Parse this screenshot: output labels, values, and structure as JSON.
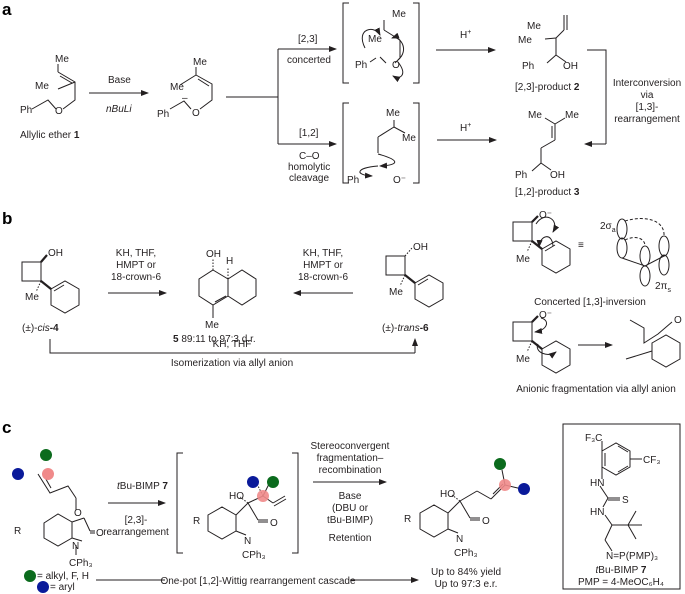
{
  "panels": {
    "a": {
      "label": "a",
      "start_label_prefix": "Allylic ether ",
      "start_label_num": "1",
      "step1_reagent_top": "Base",
      "step1_reagent_bottom": "nBuLi",
      "branch_23_top": "[2,3]",
      "branch_23_bottom": "concerted",
      "branch_12_top": "[1,2]",
      "branch_12_bottom_lines": [
        "C–O",
        "homolytic",
        "cleavage"
      ],
      "proton_label": "H",
      "proton_charge": "+",
      "product2_label_prefix": "[2,3]-product ",
      "product2_num": "2",
      "product3_label_prefix": "[1,2]-product ",
      "product3_num": "3",
      "interconversion_lines": [
        "Interconversion",
        "via",
        "[1,3]-",
        "rearrangement"
      ],
      "atoms": {
        "me": "Me",
        "ph": "Ph",
        "o": "O",
        "oh": "OH",
        "anion": "–",
        "o_minus": "O⁻"
      }
    },
    "b": {
      "label": "b",
      "cis_label_prefix": "(±)-",
      "cis_label_italic": "cis",
      "cis_label_num": "-4",
      "trans_label_prefix": "(±)-",
      "trans_label_italic": "trans",
      "trans_label_num": "-6",
      "conditions_lines": [
        "KH, THF,",
        "HMPT or",
        "18-crown-6"
      ],
      "product5_num": "5",
      "product5_dr": " 89:11 to 97:3 d.r.",
      "bottom_reagent": "KH, THF",
      "bottom_caption": "Isomerization via allyl anion",
      "concerted_caption": "Concerted [1,3]-inversion",
      "anionic_caption": "Anionic fragmentation via allyl anion",
      "sigma_label": "2σ",
      "sigma_sub": "a",
      "pi_label": "2π",
      "pi_sub": "s",
      "equiv_symbol": "≡",
      "atoms": {
        "oh": "OH",
        "h": "H",
        "me": "Me",
        "o_minus": "O⁻",
        "o": "O"
      }
    },
    "c": {
      "label": "c",
      "catalyst_label": "tBu-BIMP 7",
      "catalyst_italic": "t",
      "catalyst_name": "Bu-BIMP ",
      "catalyst_num": "7",
      "rearr_top": "[2,3]-",
      "rearr_bottom": "rearrangement",
      "frag_lines": [
        "Stereoconvergent",
        "fragmentation–",
        "recombination"
      ],
      "base_lines": [
        "Base",
        "(DBU or",
        "tBu-BIMP)"
      ],
      "retention": "Retention",
      "one_pot": "One-pot [1,2]-Wittig rearrangement cascade",
      "yield_line": "Up to 84% yield",
      "er_line": "Up to 97:3 e.r.",
      "legend_green": "= alkyl, F, H",
      "legend_blue": "= aryl",
      "atoms": {
        "r": "R",
        "o": "O",
        "ho": "HO",
        "n": "N",
        "cph3": "CPh₃"
      },
      "box": {
        "cf3_top": "F₃C",
        "cf3_right": "CF₃",
        "hn1": "HN",
        "s": "S",
        "hn2": "HN",
        "np": "N=P(PMP)₃",
        "name_italic": "t",
        "name": "Bu-BIMP ",
        "name_num": "7",
        "pmp_def": "PMP = 4-MeOC₆H₄"
      },
      "colors": {
        "green": "#0b6b1d",
        "blue": "#0a1a9a",
        "pink": "#f08a8a"
      }
    }
  }
}
